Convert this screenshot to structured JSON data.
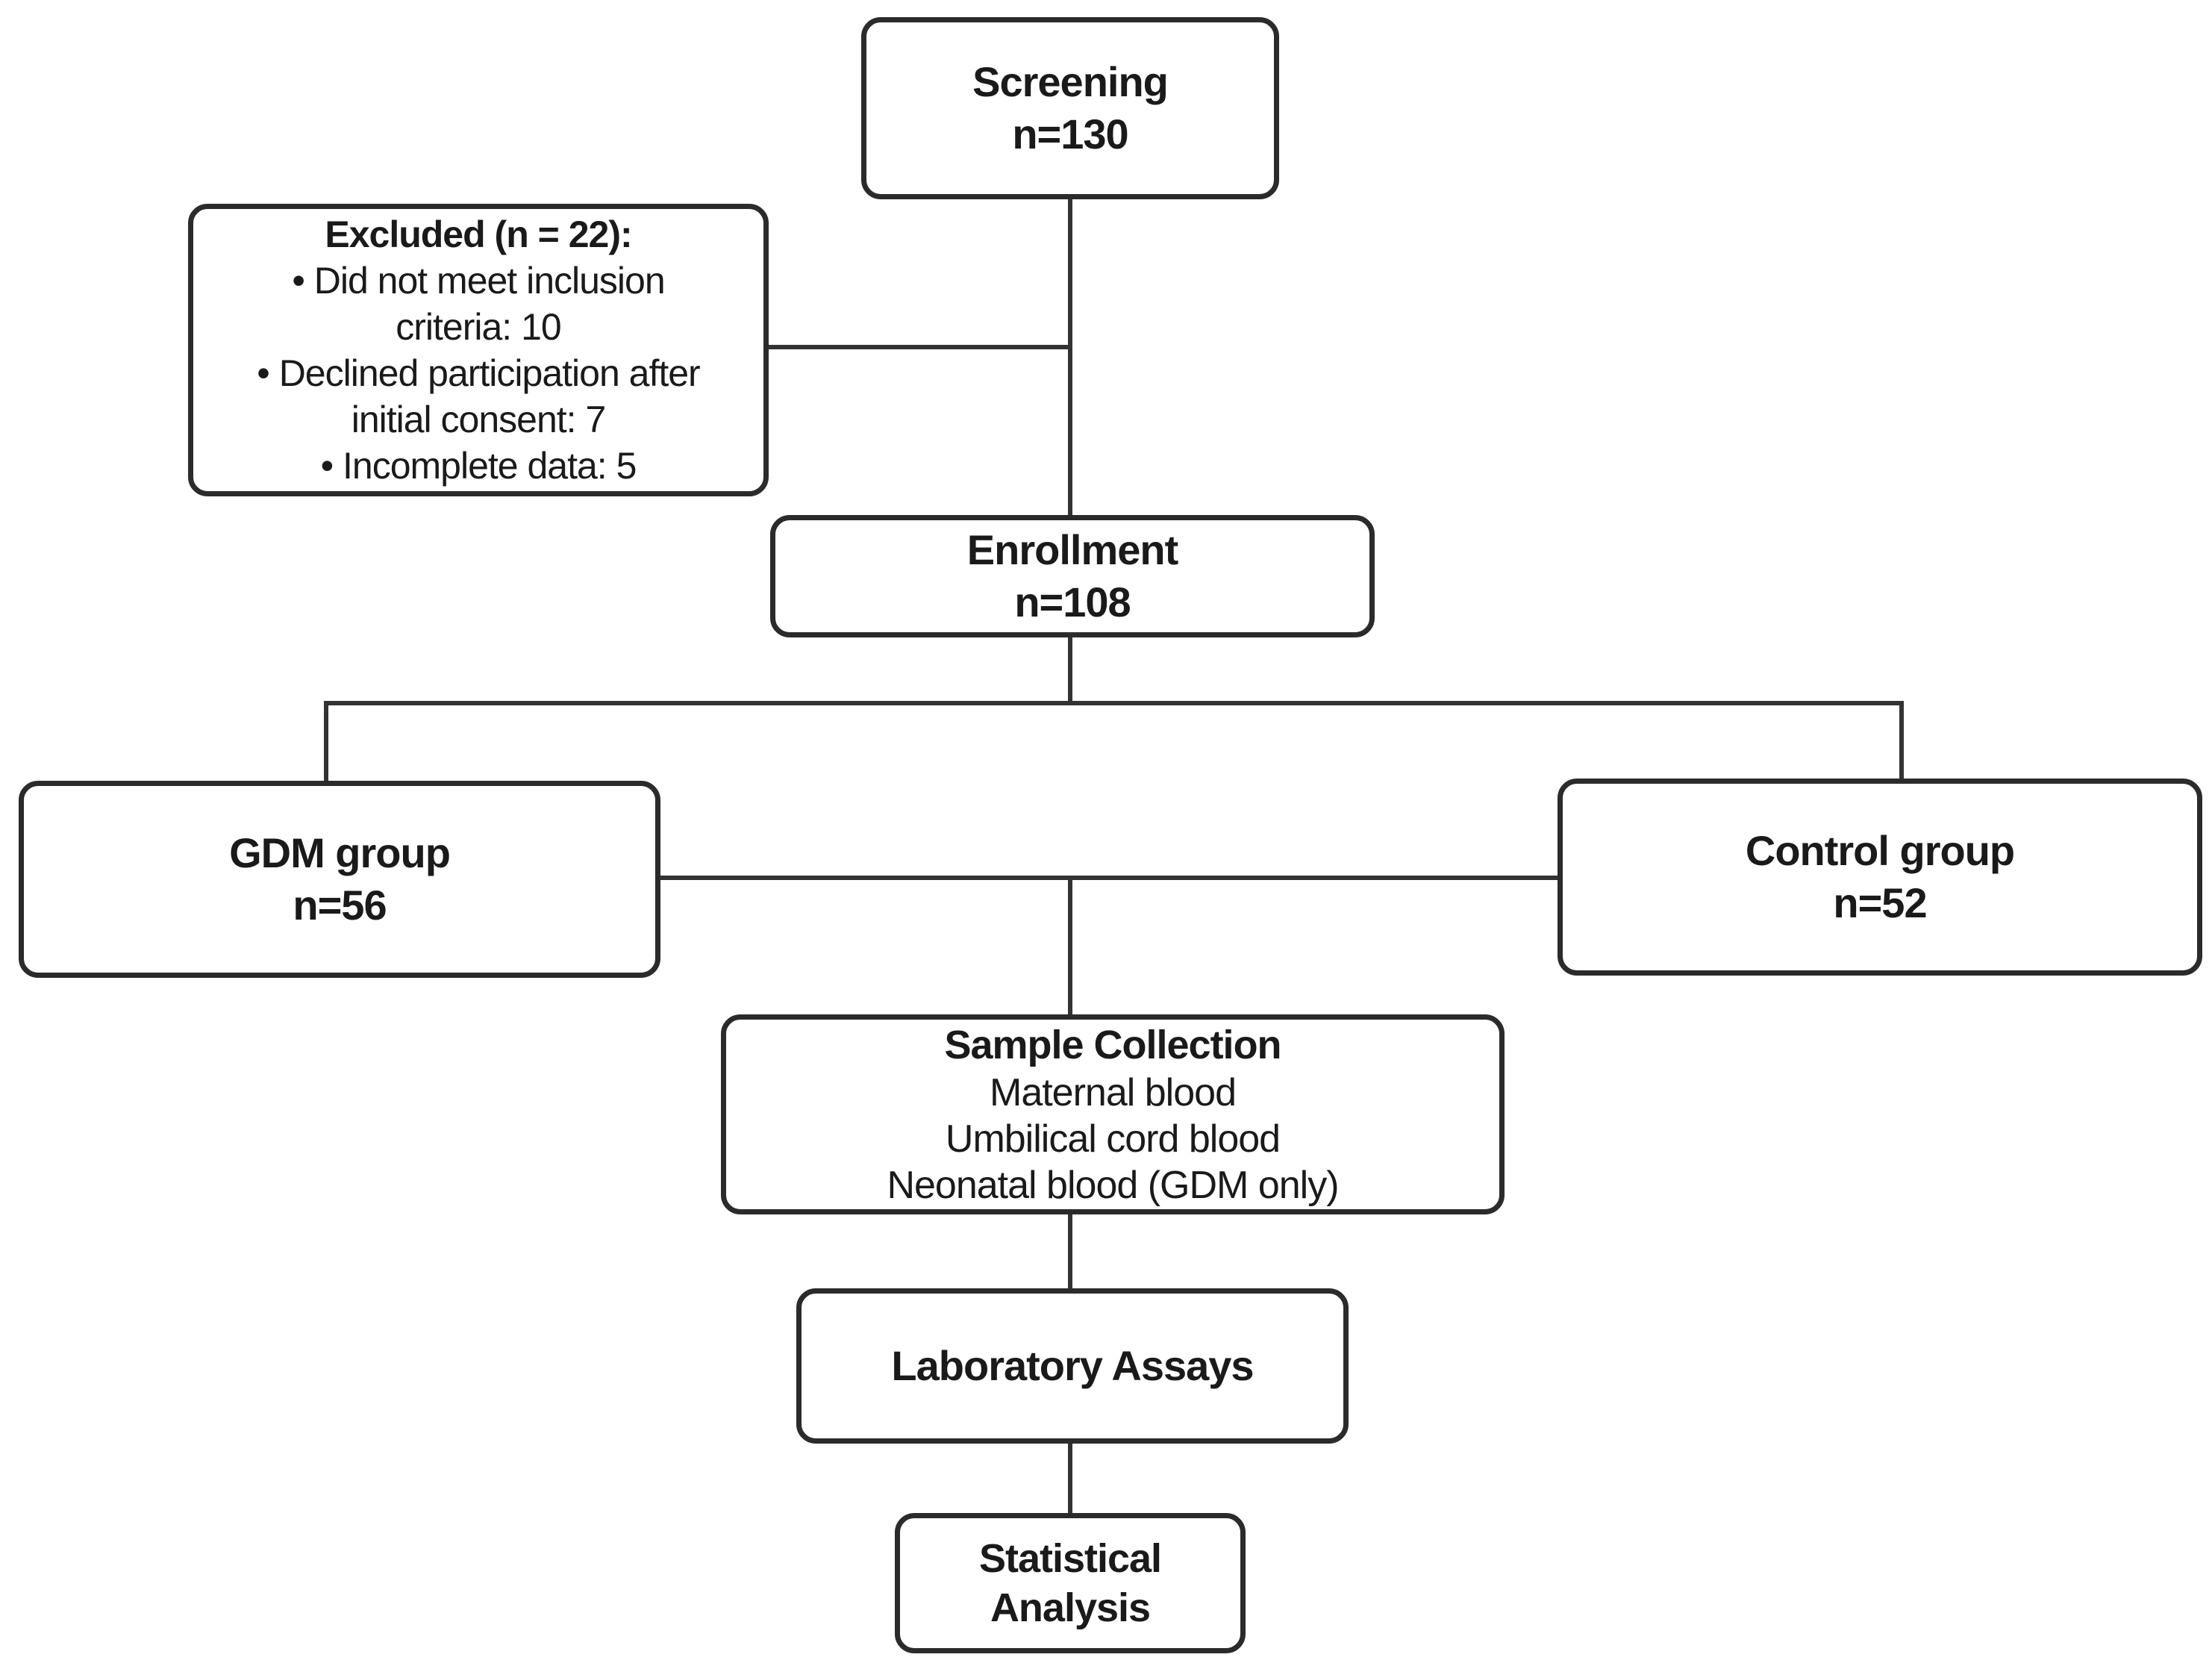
{
  "colors": {
    "background": "#ffffff",
    "box_border": "#2b2b2b",
    "connector_line": "#333333",
    "text": "#1a1a1a"
  },
  "nodes": {
    "screening": {
      "title": "Screening",
      "n": "n=130"
    },
    "excluded": {
      "heading": "Excluded (n = 22):",
      "lines": [
        "• Did not meet inclusion",
        "criteria: 10",
        "• Declined participation after",
        "initial consent: 7",
        "• Incomplete data: 5"
      ]
    },
    "enrollment": {
      "title": "Enrollment",
      "n": "n=108"
    },
    "gdm": {
      "title": "GDM group",
      "n": "n=56"
    },
    "control": {
      "title": "Control group",
      "n": "n=52"
    },
    "sample": {
      "title": "Sample Collection",
      "lines": [
        "Maternal blood",
        "Umbilical cord blood",
        "Neonatal blood (GDM only)"
      ]
    },
    "lab": {
      "title": "Laboratory Assays"
    },
    "stat": {
      "lines": [
        "Statistical",
        "Analysis"
      ]
    }
  }
}
